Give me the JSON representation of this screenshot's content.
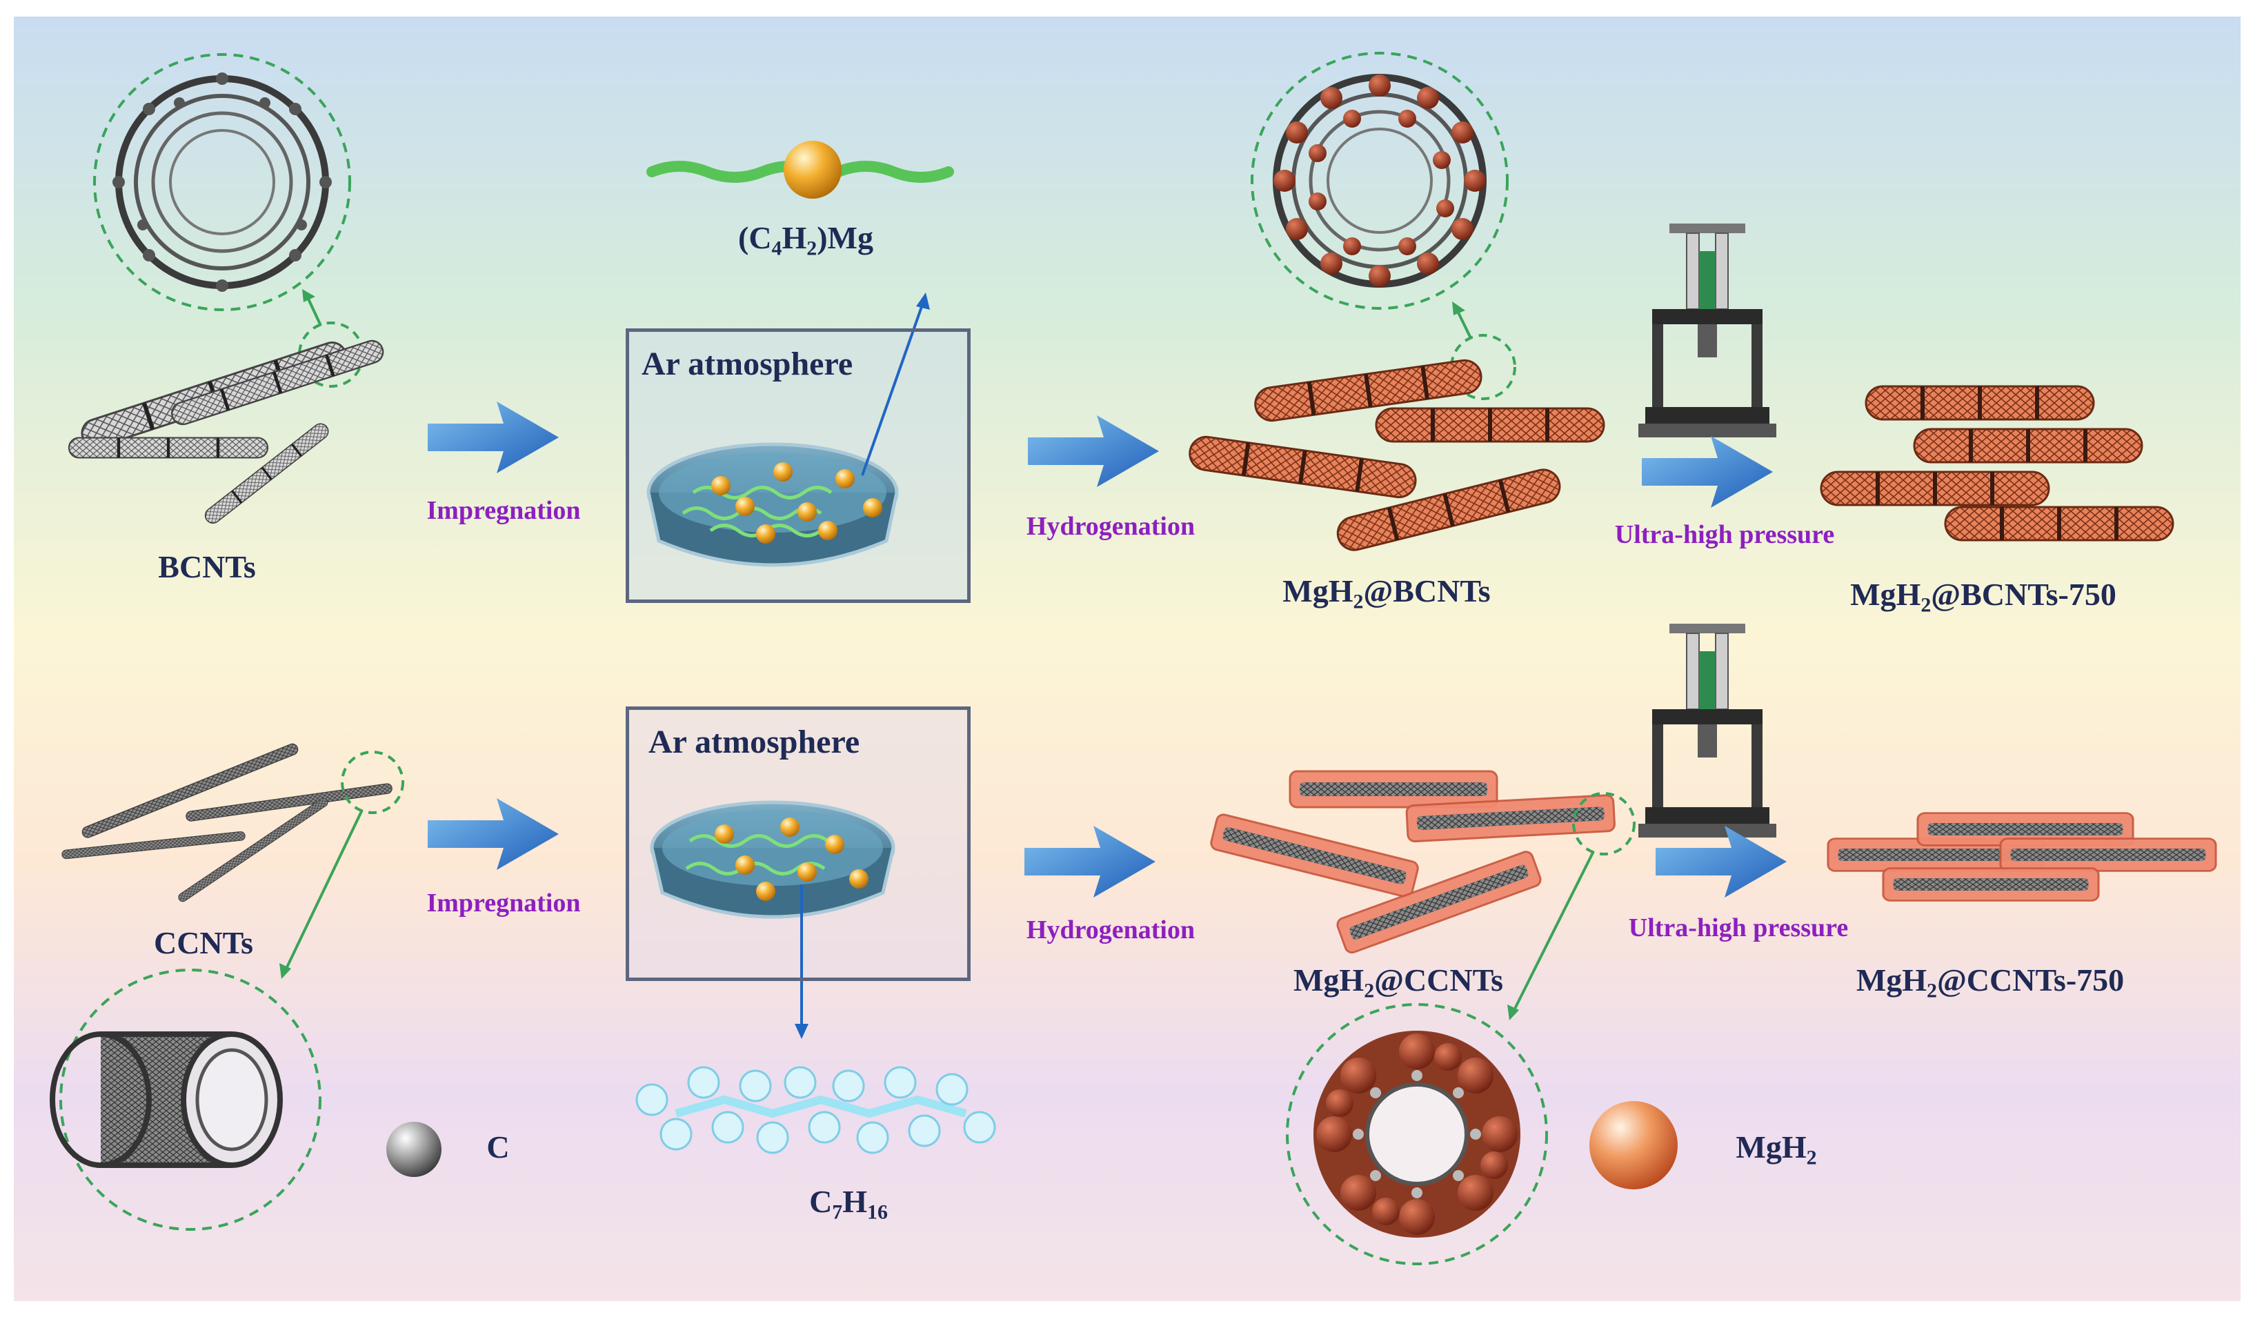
{
  "colors": {
    "navy": "#1f2a55",
    "purple": "#8d1fc0",
    "arrow_blue": "#2d6fc4",
    "mgh2_orange": "#e0704a",
    "carbon_gray": "#5a5a5a",
    "dashed_green": "#3aa45a",
    "leader_blue": "#1f66c4"
  },
  "icons": [
    "carbon-nanotube-icon",
    "press-machine-icon",
    "petri-dish-icon",
    "molecule-icon",
    "sphere-icon"
  ],
  "top_row": {
    "start_material": "BCNTs",
    "step1": "Impregnation",
    "box_title": "Ar atmosphere",
    "precursor": {
      "prefix": "(C",
      "sub1": "4",
      "mid": "H",
      "sub2": "2",
      "suffix": ")Mg"
    },
    "step2": "Hydrogenation",
    "product": {
      "a": "MgH",
      "sub": "2",
      "b": "@BCNTs"
    },
    "step3": "Ultra-high pressure",
    "final": {
      "a": "MgH",
      "sub": "2",
      "b": "@BCNTs-750"
    }
  },
  "bottom_row": {
    "start_material": "CCNTs",
    "step1": "Impregnation",
    "box_title": "Ar atmosphere",
    "solvent": {
      "a": "C",
      "sub1": "7",
      "mid": "H",
      "sub2": "16"
    },
    "step2": "Hydrogenation",
    "product": {
      "a": "MgH",
      "sub": "2",
      "b": "@CCNTs"
    },
    "step3": "Ultra-high pressure",
    "final": {
      "a": "MgH",
      "sub": "2",
      "b": "@CCNTs-750"
    }
  },
  "legend": {
    "carbon": "C",
    "mgh2": {
      "a": "MgH",
      "sub": "2"
    }
  }
}
